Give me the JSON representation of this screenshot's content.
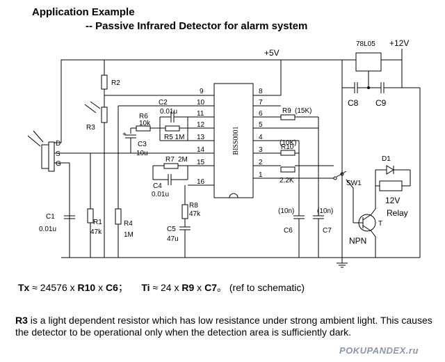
{
  "header": {
    "title": "Application Example",
    "subtitle": "--  Passive Infrared Detector for alarm system"
  },
  "schematic": {
    "ic": "BISS0001",
    "supply": "+5V",
    "supply12": "+12V",
    "regulator": "78L05",
    "pir_pins": [
      "D",
      "S",
      "G"
    ],
    "pins_left": [
      "9",
      "10",
      "11",
      "12",
      "13",
      "14",
      "15",
      "16"
    ],
    "pins_right": [
      "8",
      "7",
      "6",
      "5",
      "4",
      "3",
      "2",
      "1"
    ],
    "components": {
      "r2": "R2",
      "r3": "R3",
      "c2": "C2",
      "c2v": "0.01u",
      "r6": "R6",
      "r6v": "10k",
      "r5": "R5 1M",
      "c3": "C3",
      "c3v": "10u",
      "r7": "R7",
      "r7v": "2M",
      "c4": "C4",
      "c4v": "0.01u",
      "c1": "C1",
      "c1v": "0.01u",
      "r1": "R1",
      "r1v": "47k",
      "r4": "R4",
      "r4v": "1M",
      "r8": "R8",
      "r8v": "47k",
      "c5": "C5",
      "c5v": "47u",
      "r9": "R9",
      "r9v": "(15K)",
      "r10v": "(10K)",
      "r10": "R10",
      "r22": "2.2K",
      "c6v": "(10n)",
      "c6": "C6",
      "c7v": "(10n)",
      "c7": "C7",
      "c8": "C8",
      "c9": "C9",
      "sw1": "SW1",
      "d1": "D1",
      "relay_v": "12V",
      "relay": "Relay",
      "npn": "NPN",
      "t": "T"
    }
  },
  "formula": {
    "tx": "Tx",
    "tx_mid": " ≈ 24576 x ",
    "tx_r": "R10",
    "tx_x": " x ",
    "tx_c": "C6",
    "tx_end": "；",
    "ti": "Ti",
    "ti_mid": " ≈ 24 x ",
    "ti_r": "R9",
    "ti_x": " x ",
    "ti_c": "C7",
    "ti_end": "。 (ref to schematic)"
  },
  "note": {
    "r3": "R3",
    "text": " is a light dependent resistor which has low resistance under strong ambient light.   This causes the detector to be operational only when the detection area is sufficiently dark."
  },
  "watermark": "POKUPANDEX.ru"
}
